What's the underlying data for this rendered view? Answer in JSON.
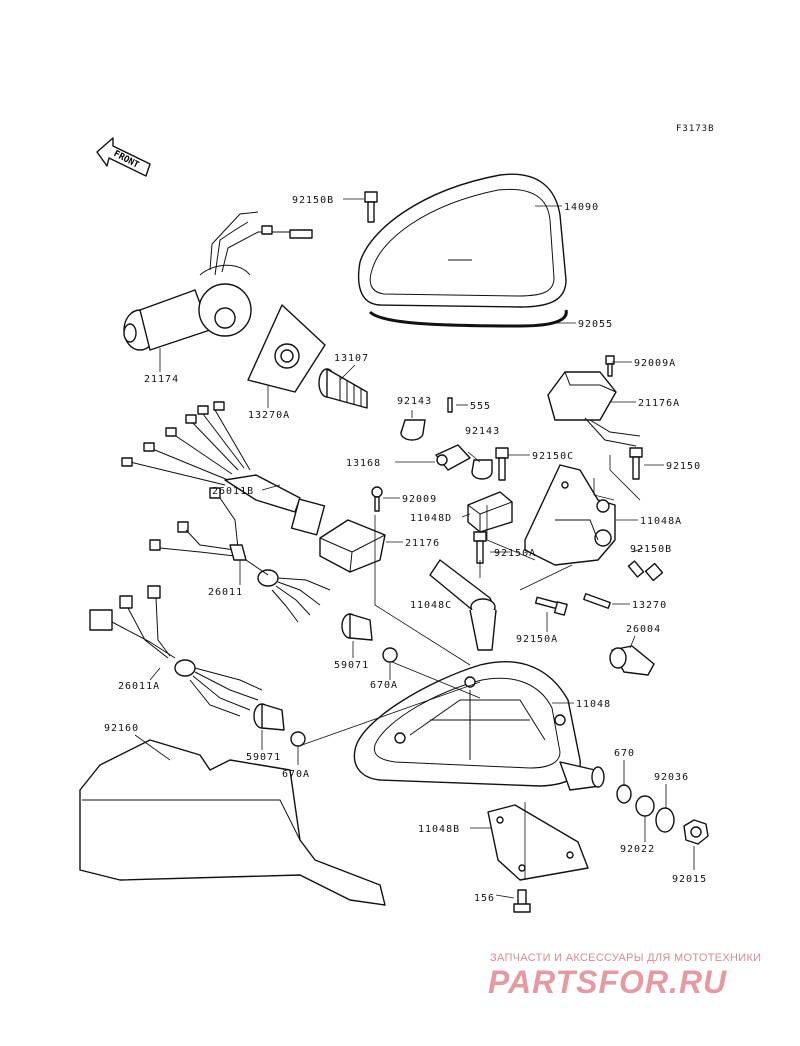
{
  "figure_code": "F3173B",
  "front_label": "FRONT",
  "parts": {
    "p92150B": "92150B",
    "p14090": "14090",
    "p92055": "92055",
    "p21174": "21174",
    "p13107": "13107",
    "p13270A": "13270A",
    "p92009A": "92009A",
    "p21176A": "21176A",
    "p92143a": "92143",
    "p555": "555",
    "p92143b": "92143",
    "p13168": "13168",
    "p92150C": "92150C",
    "p92150": "92150",
    "p26011B": "26011B",
    "p92009": "92009",
    "p11048D": "11048D",
    "p11048A": "11048A",
    "p21176": "21176",
    "p92150A_1": "92150A",
    "p92150B_2": "92150B",
    "p26011": "26011",
    "p11048C": "11048C",
    "p13270": "13270",
    "p92150A_2": "92150A",
    "p26004": "26004",
    "p59071a": "59071",
    "p670Aa": "670A",
    "p26011A": "26011A",
    "p11048": "11048",
    "p92160": "92160",
    "p59071b": "59071",
    "p670Ab": "670A",
    "p670": "670",
    "p92036": "92036",
    "p11048B": "11048B",
    "p92022": "92022",
    "p92015": "92015",
    "p156": "156"
  },
  "watermark": {
    "tagline": "ЗАПЧАСТИ И АКСЕССУАРЫ ДЛЯ МОТОТЕХНИКИ",
    "brand": "PARTSFOR.RU"
  }
}
